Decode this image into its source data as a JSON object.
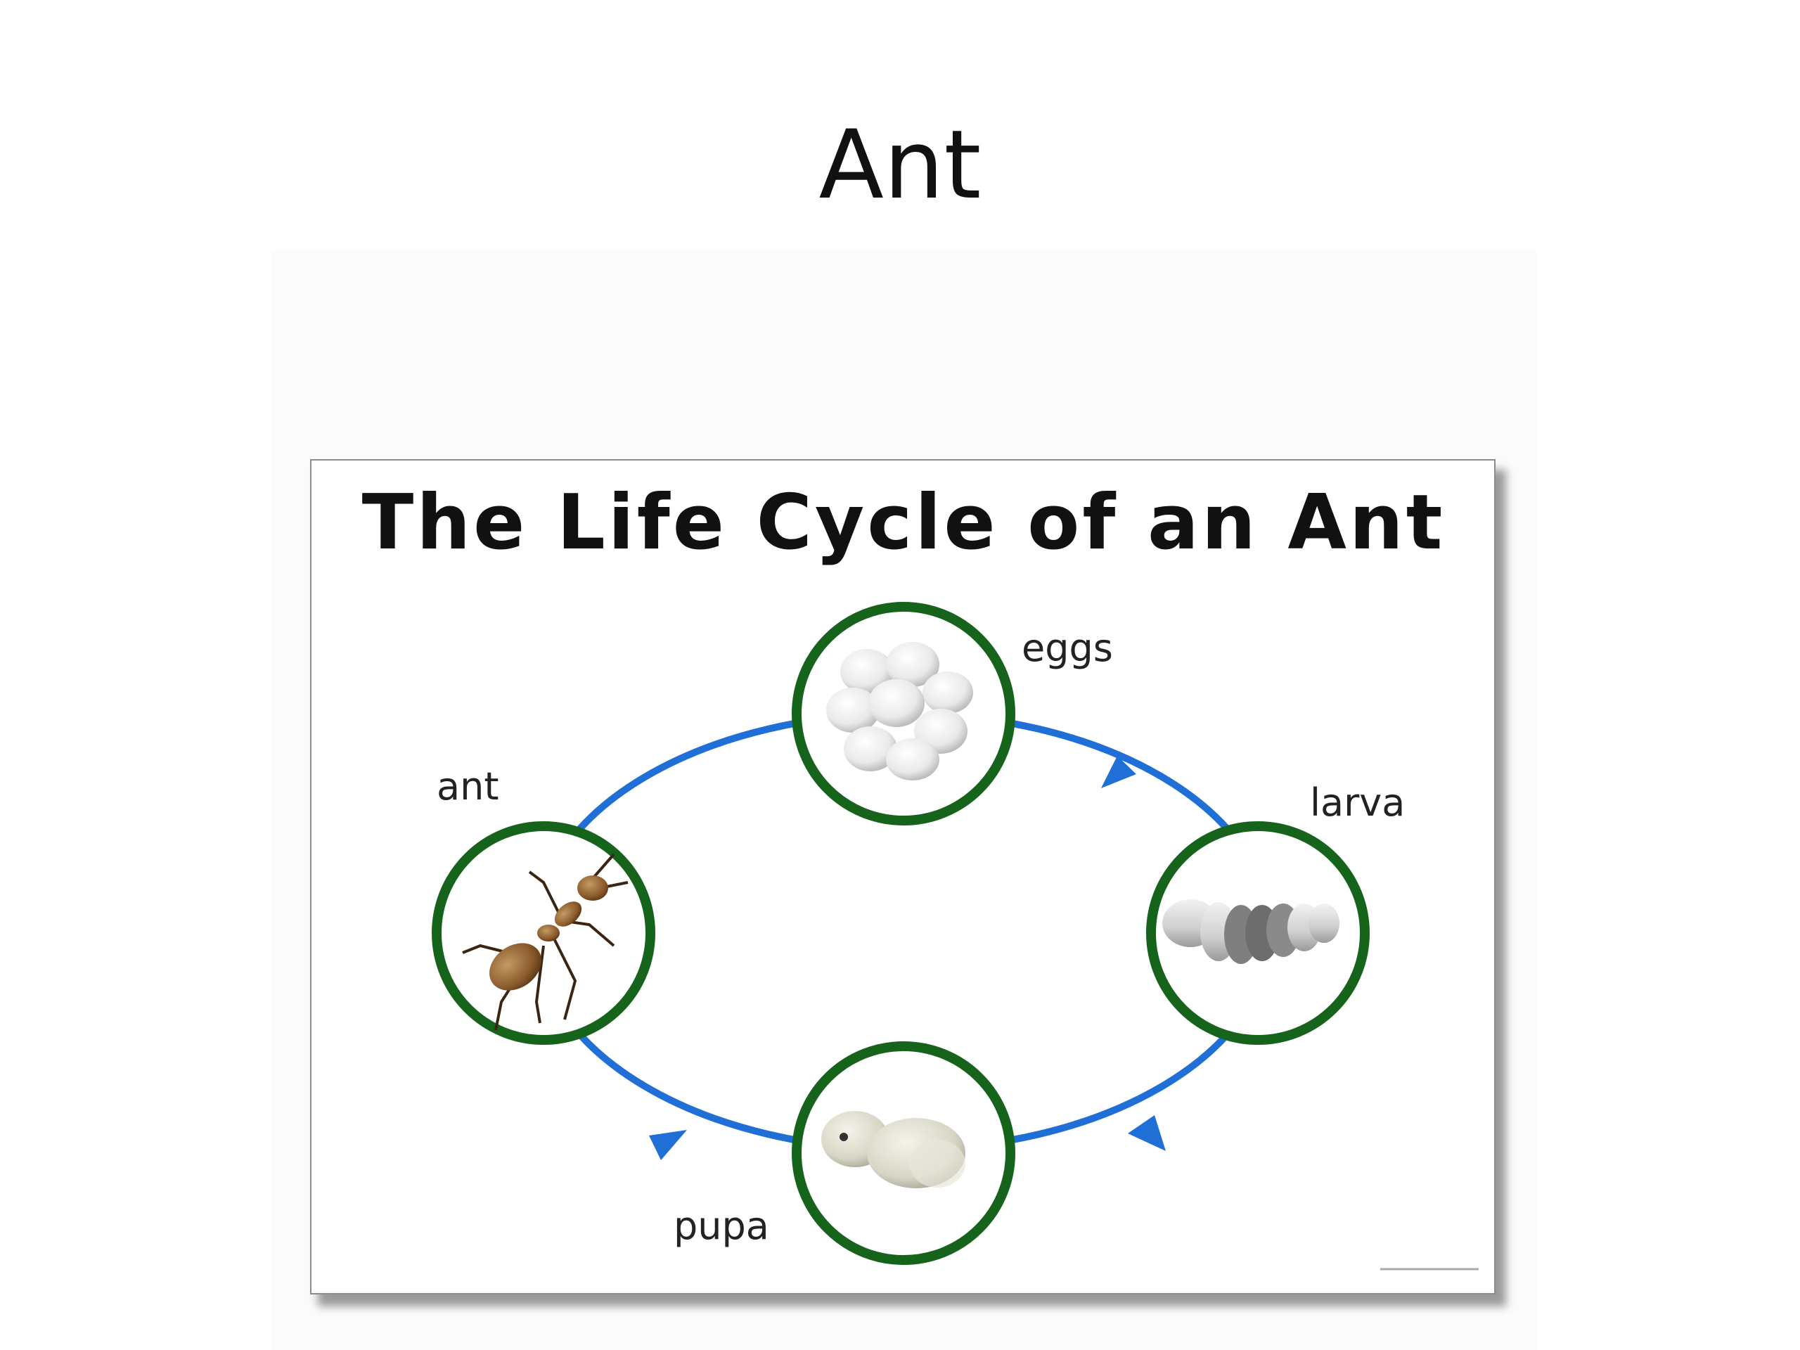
{
  "slide": {
    "title": "Ant"
  },
  "diagram": {
    "title": "The Life Cycle of an Ant",
    "stages": [
      {
        "label": "eggs",
        "icon": "eggs-icon"
      },
      {
        "label": "larva",
        "icon": "larva-icon"
      },
      {
        "label": "pupa",
        "icon": "pupa-icon"
      },
      {
        "label": "ant",
        "icon": "ant-icon"
      }
    ],
    "flow": "clockwise",
    "colors": {
      "ring": "#16641c",
      "arrow": "#1f6fd6"
    }
  }
}
